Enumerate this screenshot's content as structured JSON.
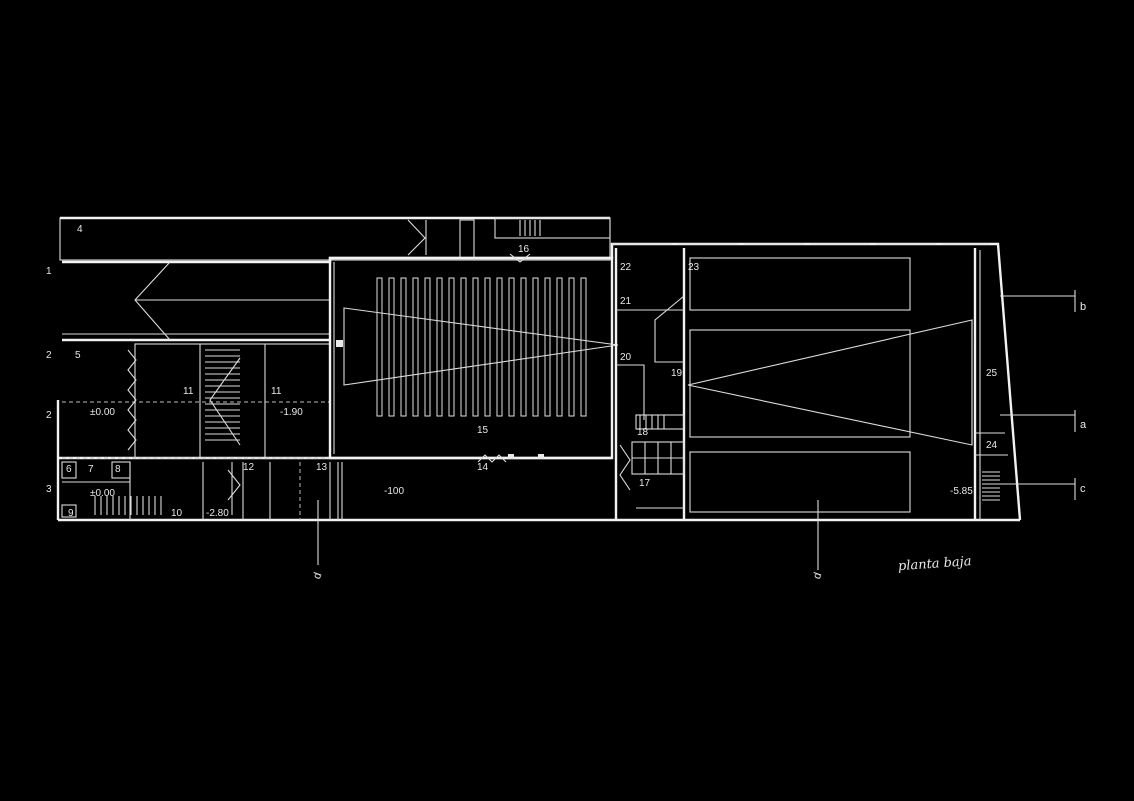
{
  "caption": "planta baja",
  "room_numbers": [
    "4",
    "5",
    "6",
    "7",
    "8",
    "9",
    "10",
    "11",
    "11",
    "12",
    "13",
    "14",
    "15",
    "16",
    "17",
    "18",
    "19",
    "20",
    "21",
    "22",
    "23",
    "24",
    "25"
  ],
  "levels": [
    "±0.00",
    "±0.00",
    "-1.90",
    "-2.80",
    "-100",
    "-5.85"
  ],
  "grid_axes": [
    "1",
    "2",
    "2",
    "3"
  ],
  "section_marks": [
    "b",
    "a",
    "c",
    "d",
    "d"
  ],
  "colors": {
    "background": "#000000",
    "lines": "#f2f2f2"
  }
}
